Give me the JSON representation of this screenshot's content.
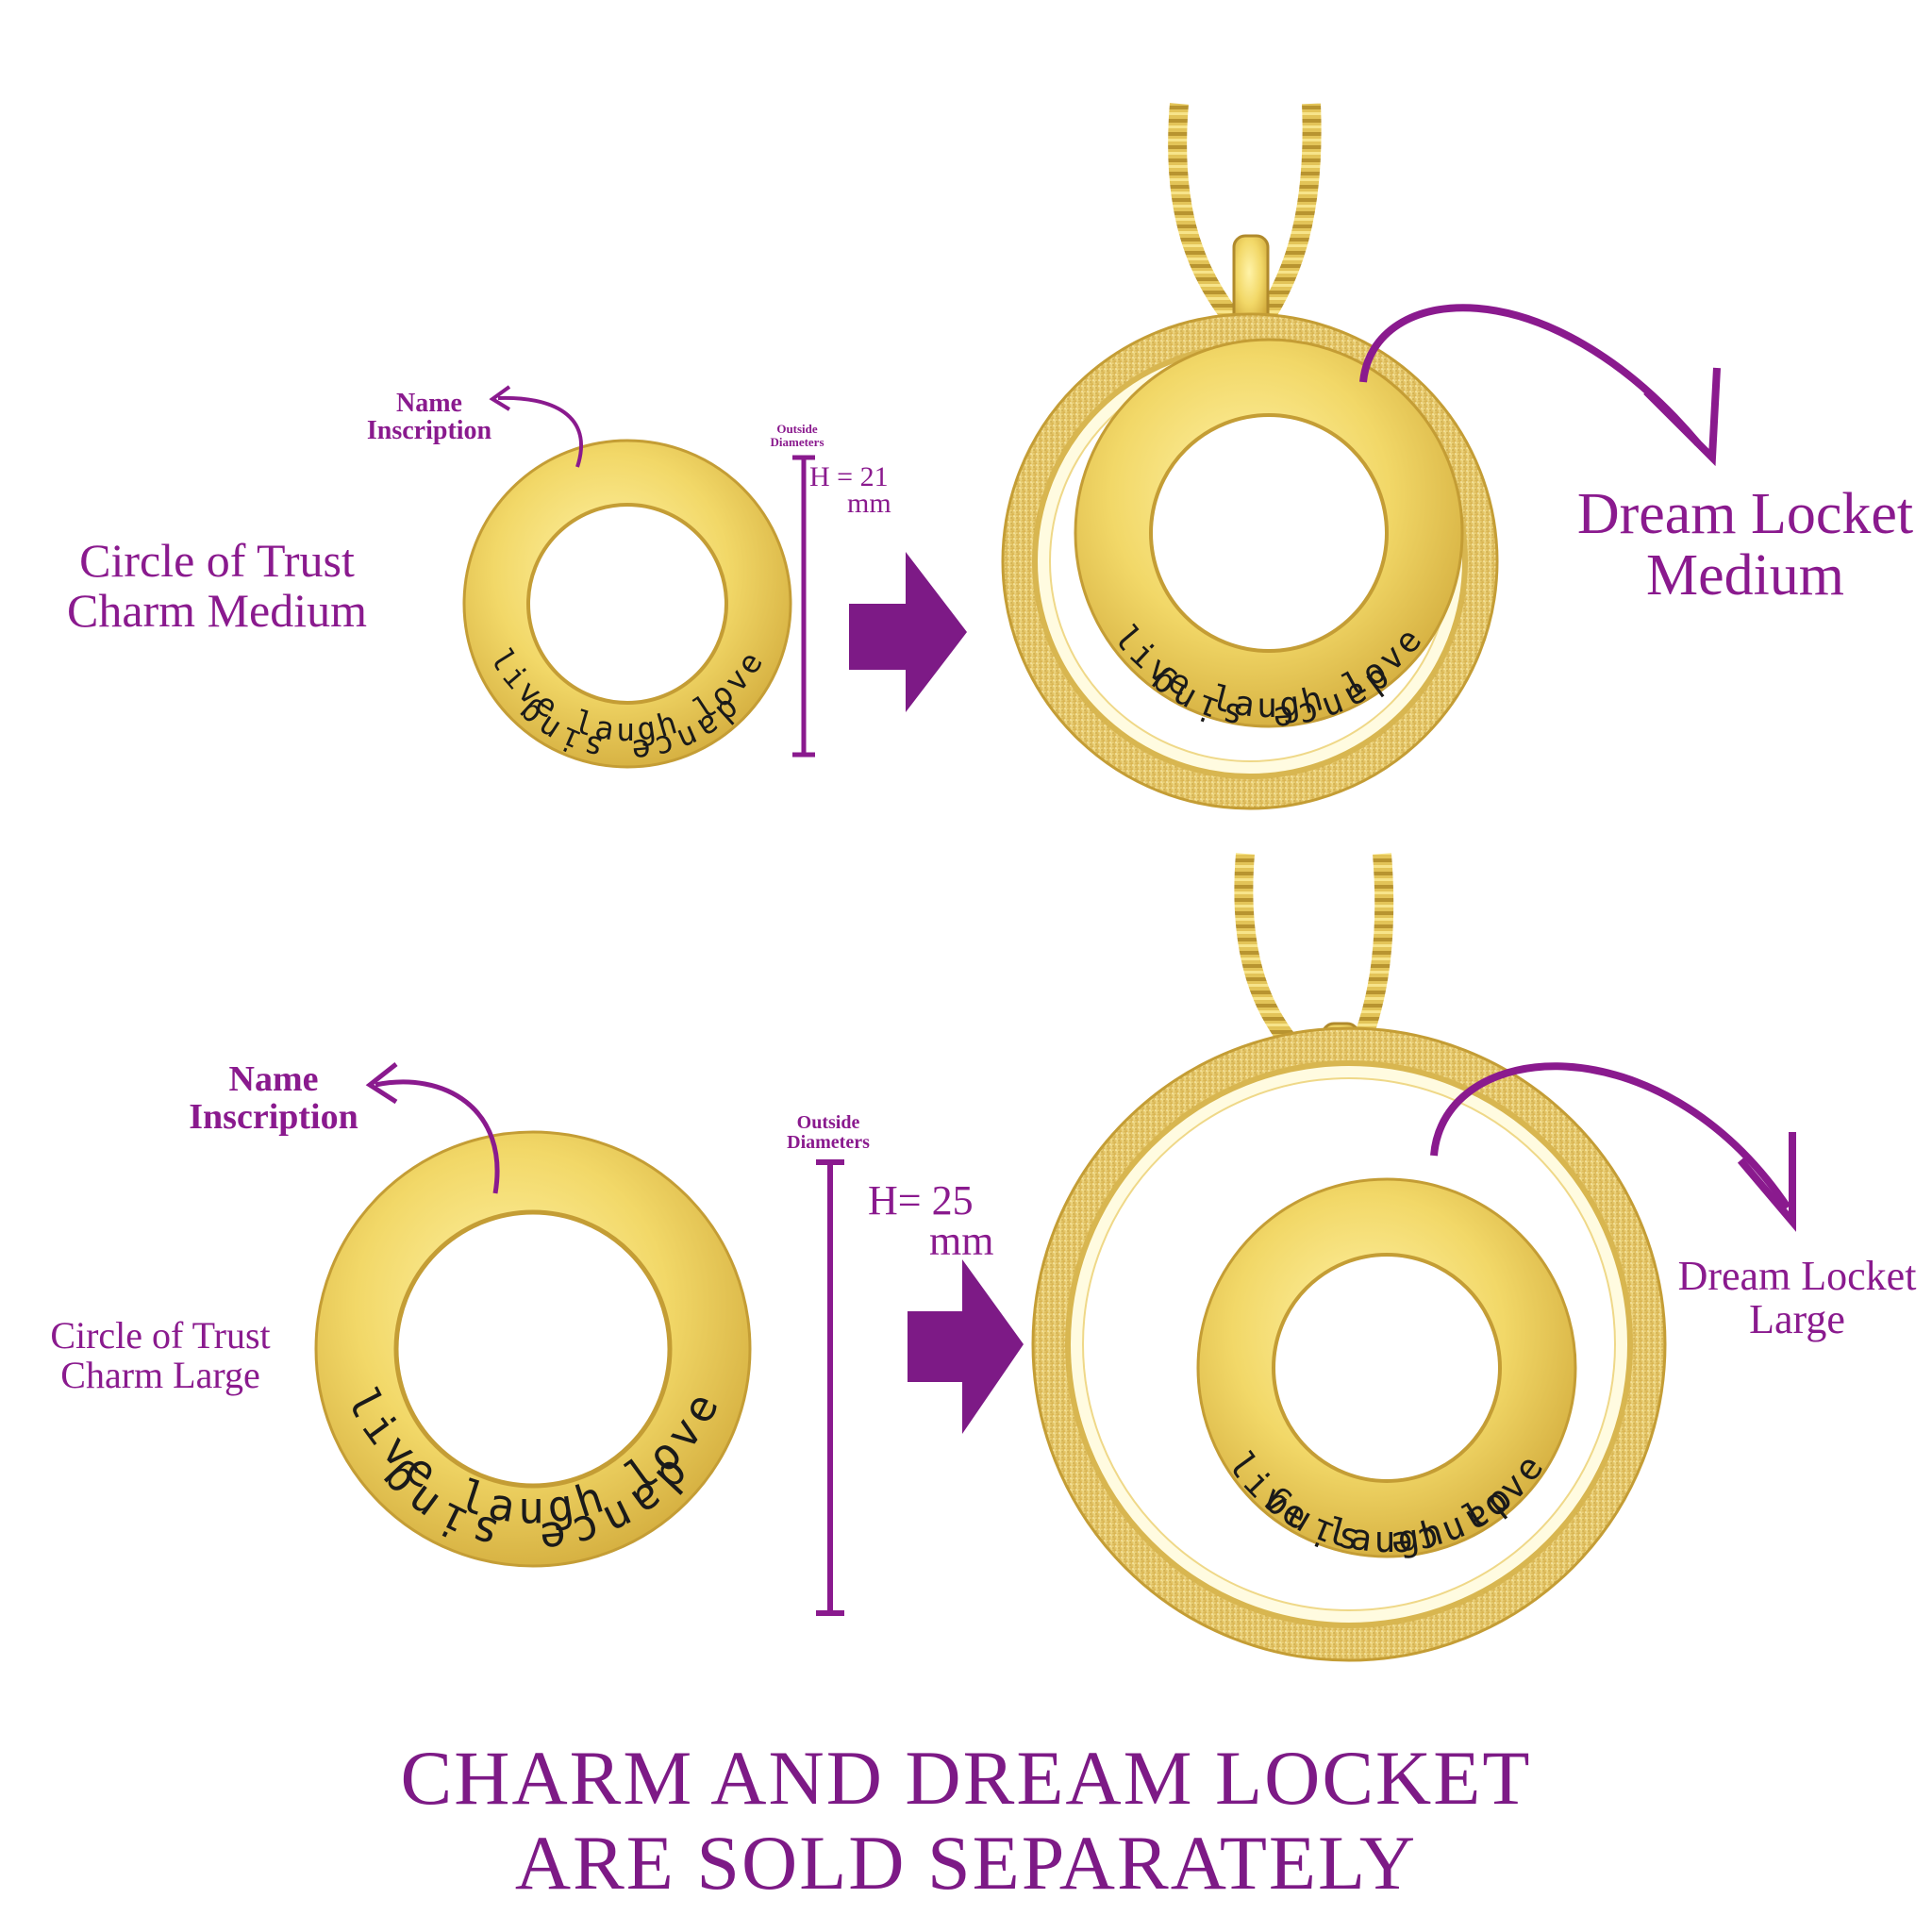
{
  "colors": {
    "accent": "#8a1a8e",
    "gold": "#e8c95a",
    "gold_dark": "#c9a233",
    "ink": "#1a1a1a"
  },
  "engraving": {
    "top": "dance sing",
    "bottom": "live laugh love"
  },
  "medium": {
    "charm_title_line1": "Circle of Trust",
    "charm_title_line2": "Charm Medium",
    "inscription_line1": "Name",
    "inscription_line2": "Inscription",
    "outside_line1": "Outside",
    "outside_line2": "Diameters",
    "height_label": "H = 21",
    "height_unit": "mm",
    "locket_line1": "Dream Locket",
    "locket_line2": "Medium"
  },
  "large": {
    "charm_title_line1": "Circle of Trust",
    "charm_title_line2": "Charm Large",
    "inscription_line1": "Name",
    "inscription_line2": "Inscription",
    "outside_line1": "Outside",
    "outside_line2": "Diameters",
    "height_label": "H= 25",
    "height_unit": "mm",
    "locket_line1": "Dream Locket",
    "locket_line2": "Large"
  },
  "footer": {
    "line1": "CHARM AND DREAM LOCKET",
    "line2": "ARE SOLD SEPARATELY"
  }
}
